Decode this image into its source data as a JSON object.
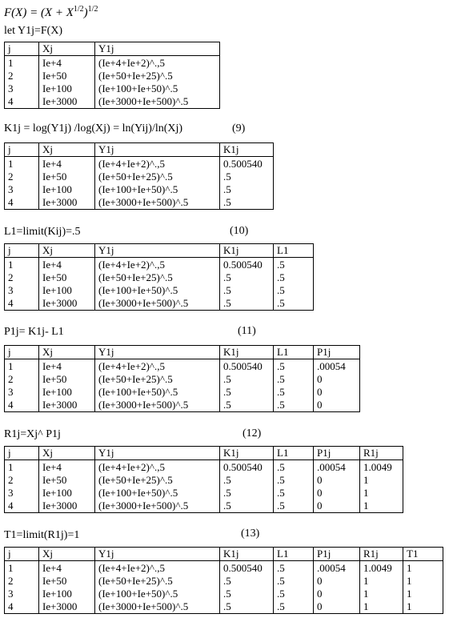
{
  "formula": {
    "lhs": "F(X) = (X + X",
    "exp1": "1/2",
    "mid": ")",
    "exp2": "1/2"
  },
  "let_line": "let Y1j=F(X)",
  "rows": {
    "j": [
      "1",
      "2",
      "3",
      "4"
    ],
    "xj": [
      "Ie+4",
      "Ie+50",
      "Ie+100",
      "Ie+3000"
    ],
    "y1j": [
      "(Ie+4+Ie+2)^.,5",
      "(Ie+50+Ie+25)^.5",
      "(Ie+100+Ie+50)^.5",
      "(Ie+3000+Ie+500)^.5"
    ],
    "k1j": [
      "0.500540",
      ".5",
      ".5",
      ".5"
    ],
    "l1": [
      ".5",
      ".5",
      ".5",
      ".5"
    ],
    "p1j": [
      ".00054",
      "0",
      "0",
      "0"
    ],
    "r1j": [
      "1.0049",
      "1",
      "1",
      "1"
    ],
    "t1": [
      "1",
      "1",
      "1",
      "1"
    ]
  },
  "headers": {
    "j": "j",
    "xj": "Xj",
    "y1j": "Y1j",
    "k1j": "K1j",
    "l1": "L1",
    "p1j": "P1j",
    "r1j": "R1j",
    "t1": "T1"
  },
  "sections": {
    "k1j": {
      "text": "K1j = log(Y1j) /log(Xj) = ln(Yij)/ln(Xj)",
      "num": "(9)"
    },
    "l1": {
      "text": "L1=limit(Kij)=.5",
      "num": "(10)"
    },
    "p1j": {
      "text": "P1j= K1j- L1",
      "num": "(11)"
    },
    "r1j": {
      "text": "R1j=Xj^ P1j",
      "num": "(12)"
    },
    "t1": {
      "text": "T1=limit(R1j)=1",
      "num": "(13)"
    }
  }
}
